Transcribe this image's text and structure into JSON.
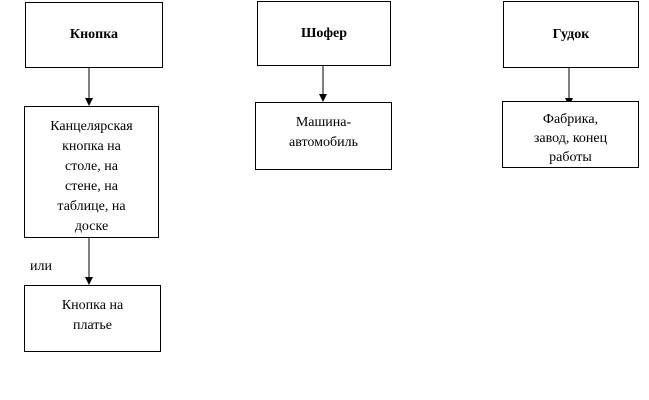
{
  "columns": [
    {
      "title": "Кнопка",
      "meanings": [
        "Канцелярская\nкнопка на\nстоле, на\nстене, на\nтаблице, на\nдоске",
        "Кнопка на\nплатье"
      ],
      "connector_label": "или"
    },
    {
      "title": "Шофер",
      "meanings": [
        "Машина-\nавтомобиль"
      ]
    },
    {
      "title": "Гудок",
      "meanings": [
        "Фабрика,\nзавод, конец\nработы"
      ]
    }
  ]
}
